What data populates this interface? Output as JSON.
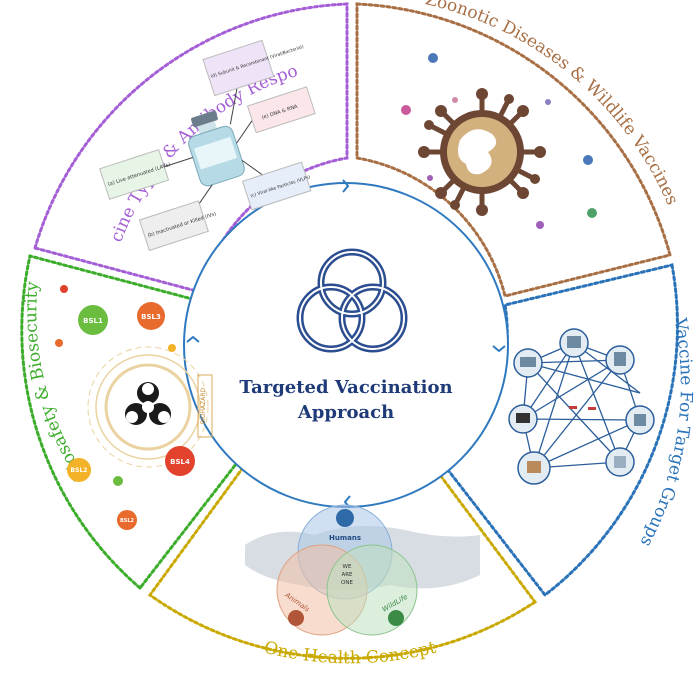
{
  "center": {
    "title_line1": "Targeted Vaccination",
    "title_line2": "Approach"
  },
  "segments": {
    "vaccine_types": {
      "title": "Vaccine Types & Antibody Response",
      "color": "#a45fd6"
    },
    "zoonotic": {
      "title": "Zoonotic Diseases & Wildlife Vaccines",
      "color": "#a86f45"
    },
    "target_groups": {
      "title": "Vaccine For Target Groups",
      "color": "#2b73b9"
    },
    "one_health": {
      "title": "One Health Concept",
      "color": "#c9a900"
    },
    "biosafety": {
      "title": "Biosafety & Biosecurity",
      "color": "#3cad2b"
    }
  },
  "vaccine_labels": {
    "live": "(a) Live attenuated (LAVs)",
    "killed": "(b) Inactivated or Killed (IVs)",
    "subunit": "(d) Subunit & Recombinant (Viral/Bacterial)",
    "dna": "(e) DNA & RNA",
    "vlp": "(c) Viral-like Particles (VLPs)"
  },
  "biosafety_labels": {
    "bsl1": "BSL1",
    "bsl2": "BSL2",
    "bsl3": "BSL3",
    "bsl4": "BSL4",
    "biohazard": "BIOHAZARD"
  },
  "one_health_labels": {
    "humans": "Humans",
    "animals": "Animals",
    "wildlife": "WildLife",
    "we_are_one_1": "WE",
    "we_are_one_2": "ARE",
    "we_are_one_3": "ONE"
  },
  "icons": {
    "center_logo": "trefoil-knot-icon",
    "biohazard": "biohazard-icon",
    "virus": "virus-icon"
  }
}
